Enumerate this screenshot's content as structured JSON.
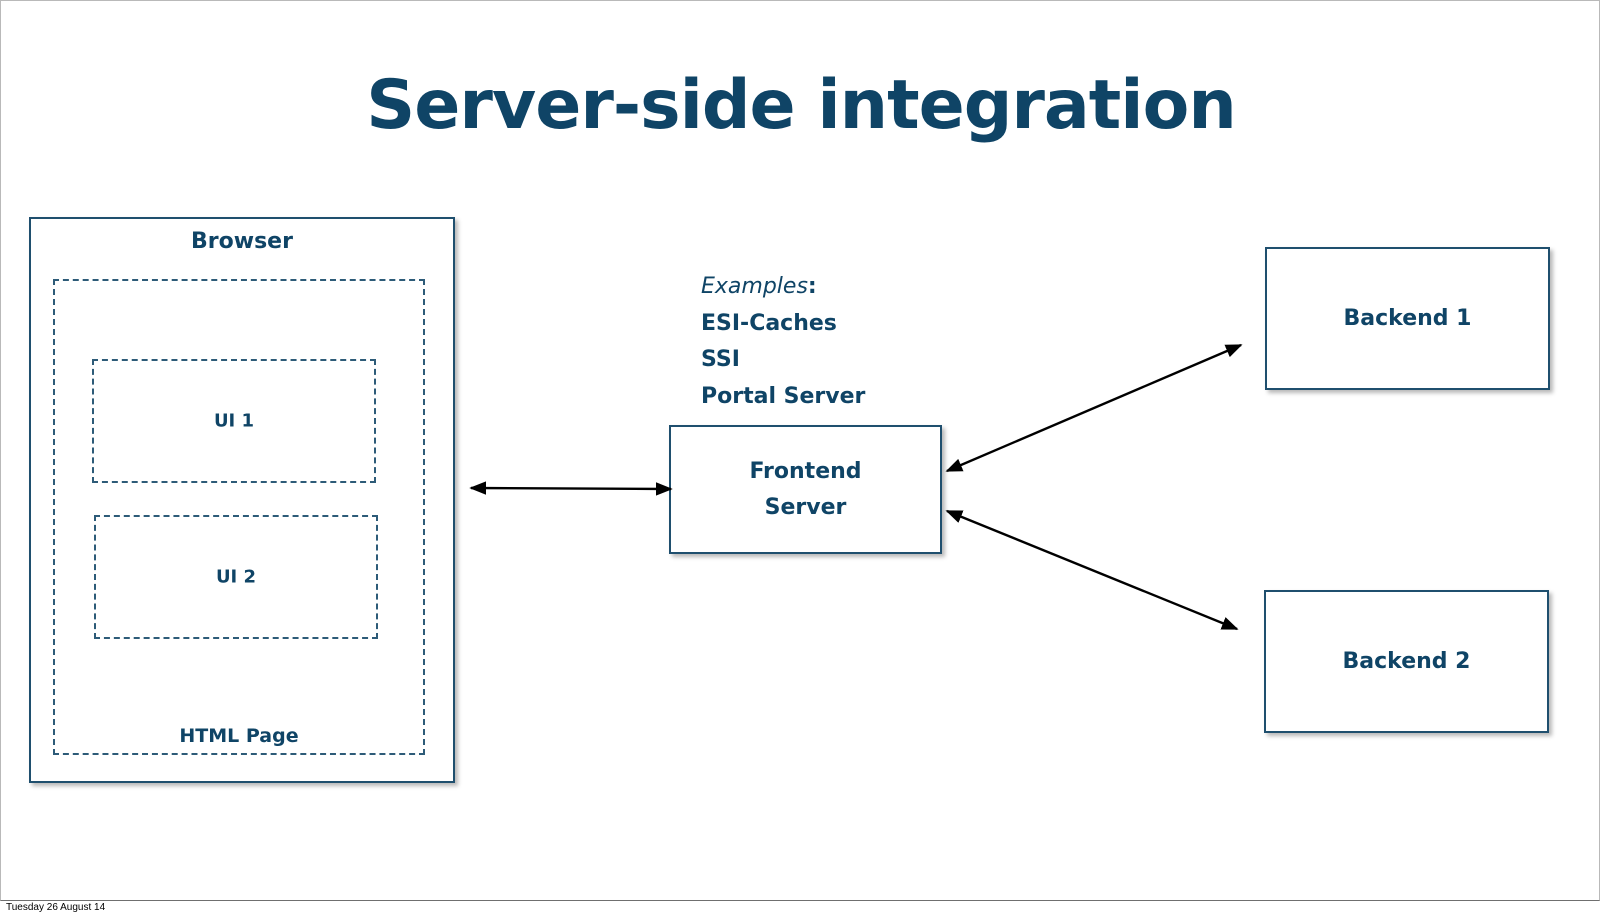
{
  "slide": {
    "title": "Server-side integration",
    "footer_date": "Tuesday 26 August 14"
  },
  "browser": {
    "label": "Browser",
    "page_label": "HTML Page",
    "ui1_label": "UI 1",
    "ui2_label": "UI 2"
  },
  "examples": {
    "heading": "Examples",
    "heading_suffix": ":",
    "items": [
      "ESI-Caches",
      "SSI",
      "Portal Server"
    ]
  },
  "frontend": {
    "line1": "Frontend",
    "line2": "Server"
  },
  "backend1": {
    "label": "Backend 1"
  },
  "backend2": {
    "label": "Backend 2"
  },
  "colors": {
    "text": "#0f4466",
    "border": "#1f4f6e",
    "arrow": "#000000"
  }
}
